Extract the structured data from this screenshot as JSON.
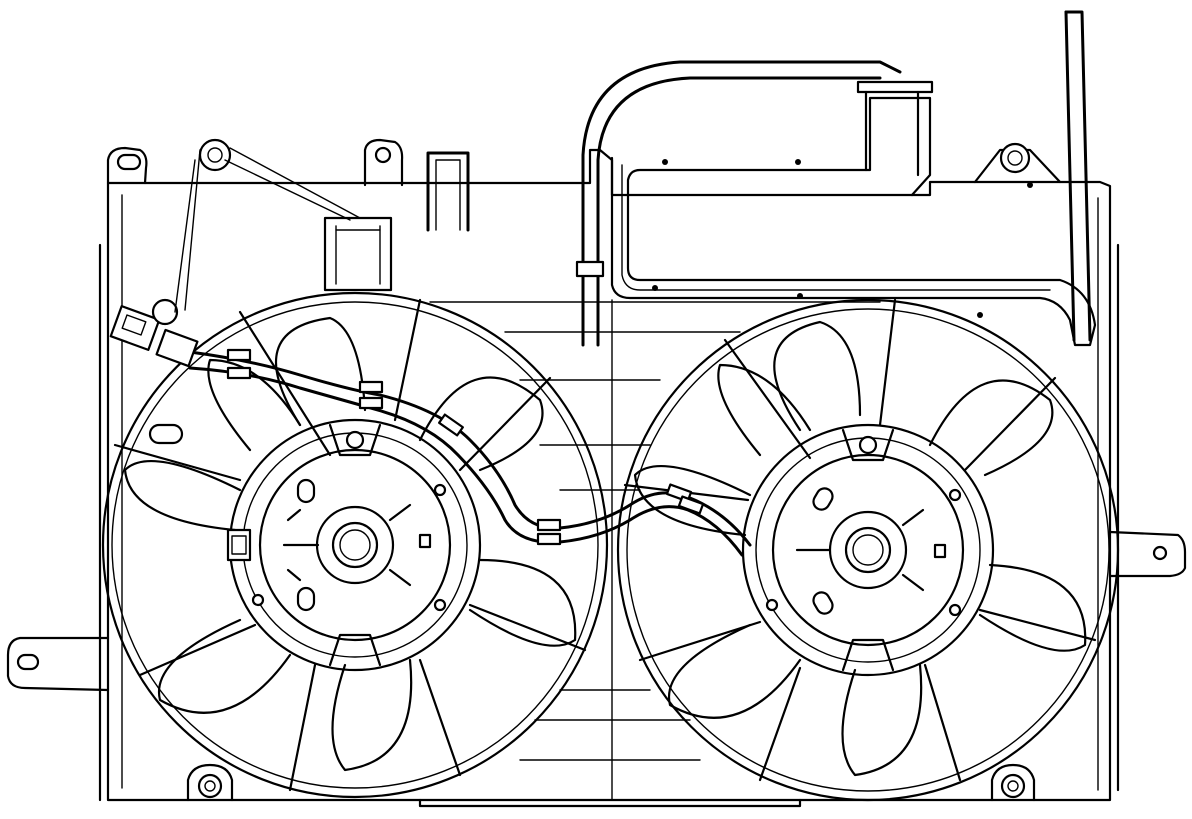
{
  "diagram": {
    "kind": "line-drawing",
    "subject": "dual-electric-cooling-fan-assembly",
    "fan_count": 2,
    "colors": {
      "line": "#000000",
      "background": "#ffffff"
    }
  }
}
